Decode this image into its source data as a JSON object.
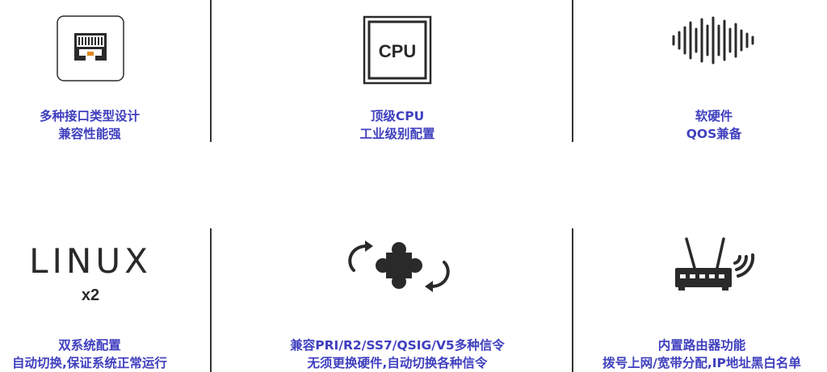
{
  "colors": {
    "caption": "#3f3fbf",
    "icon": "#2a2a2a",
    "divider": "#333333"
  },
  "features": [
    {
      "icon": "ethernet-port-icon",
      "icon_text": "",
      "lines": [
        "多种接口类型设计",
        "兼容性能强"
      ]
    },
    {
      "icon": "cpu-chip-icon",
      "icon_text": "CPU",
      "lines": [
        "顶级CPU",
        "工业级别配置"
      ]
    },
    {
      "icon": "audio-waveform-icon",
      "icon_text": "",
      "lines": [
        "软硬件",
        "QOS兼备"
      ]
    },
    {
      "icon": "linux-logo-icon",
      "icon_text": "LINUX",
      "icon_subtext": "x2",
      "lines": [
        "双系统配置",
        "自动切换,保证系统正常运行"
      ]
    },
    {
      "icon": "puzzle-switch-icon",
      "icon_text": "",
      "lines": [
        "兼容PRI/R2/SS7/QSIG/V5多种信令",
        "无须更换硬件,自动切换各种信令"
      ]
    },
    {
      "icon": "wireless-router-icon",
      "icon_text": "",
      "lines": [
        "内置路由器功能",
        "拨号上网/宽带分配,IP地址黑白名单"
      ]
    }
  ]
}
